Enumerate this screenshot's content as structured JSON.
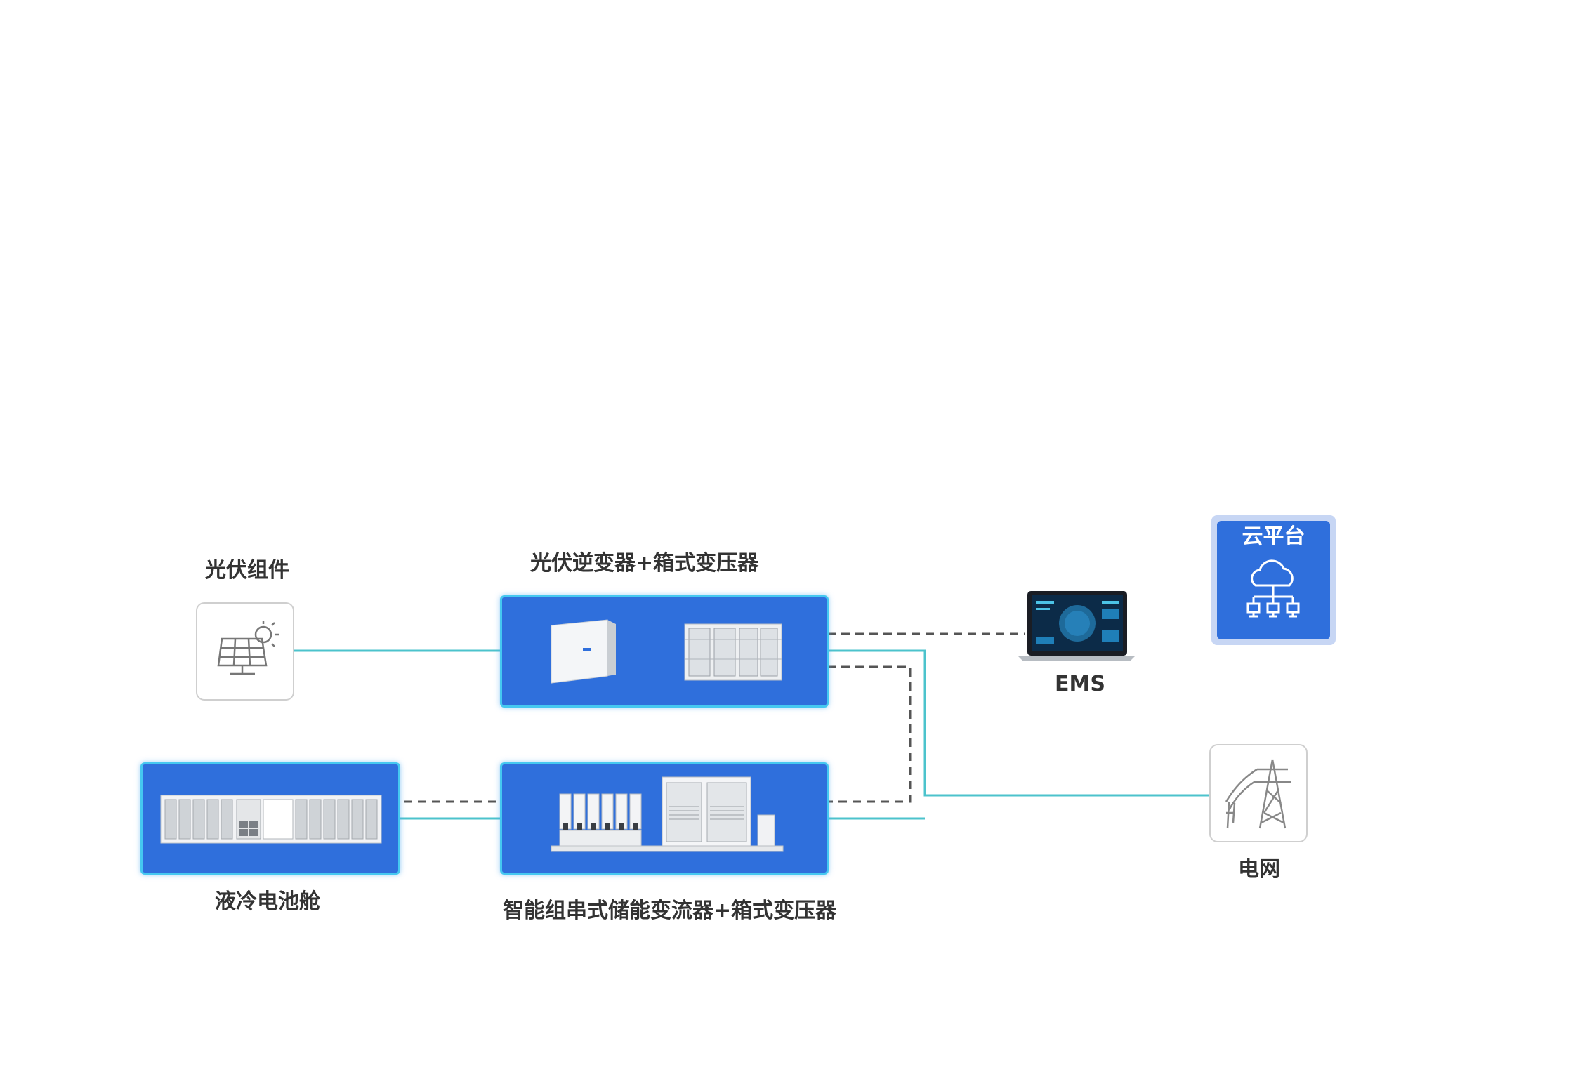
{
  "nodes": {
    "pv_modules": {
      "label": "光伏组件",
      "icon": "solar-panel-icon"
    },
    "pv_inverter_transformer": {
      "label": "光伏逆变器+箱式变压器"
    },
    "ems": {
      "label": "EMS",
      "icon": "laptop-dashboard-icon"
    },
    "cloud_platform": {
      "label": "云平台",
      "icon": "cloud-network-icon"
    },
    "grid": {
      "label": "电网",
      "icon": "power-tower-icon"
    },
    "battery_cabin": {
      "label": "液冷电池舱"
    },
    "string_pcs_transformer": {
      "label": "智能组串式储能变流器+箱式变压器"
    }
  },
  "colors": {
    "power_line": "#4cc3cc",
    "comm_line": "#555555",
    "node_fill": "#2f6fdc",
    "node_border": "#45c8f0"
  }
}
